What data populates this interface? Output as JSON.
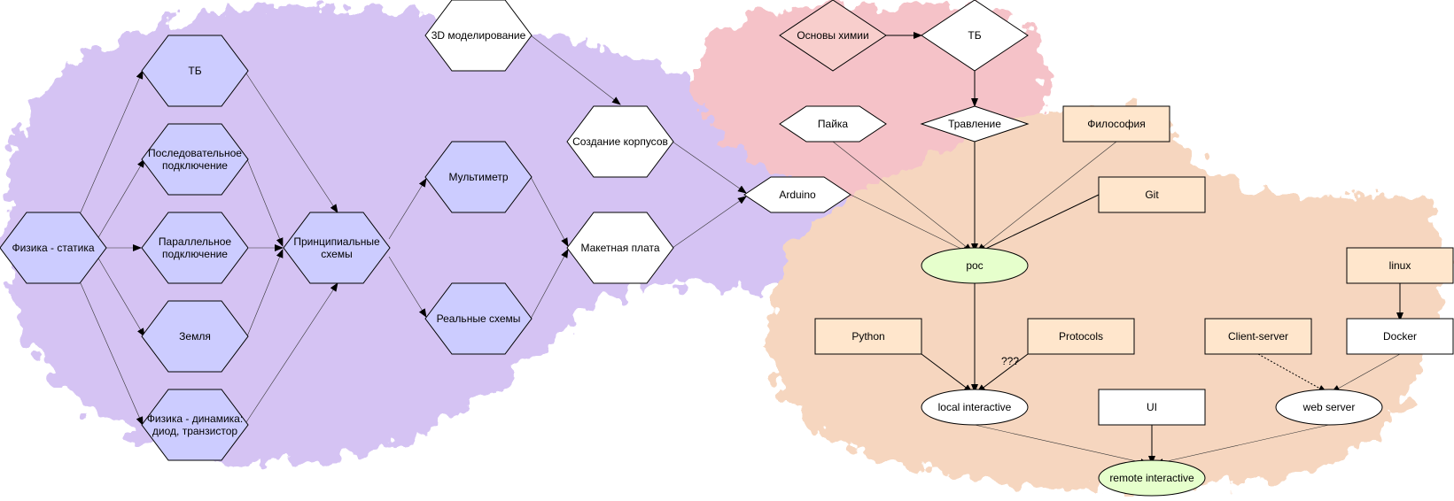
{
  "colors": {
    "purple_region": "#d5c3f3",
    "pink_region": "#f5c2c8",
    "orange_region": "#f6d6bf",
    "physics_node": "#ccccff",
    "chem_node": "#f8cecc",
    "skill_node": "#ffe6cc",
    "goal_node": "#e6ffcc",
    "white_node": "#ffffff"
  },
  "nodes": {
    "fizika_statika": "Физика - статика",
    "tb_left": "ТБ",
    "posledovatelnoe": [
      "Последовательное",
      "подключение"
    ],
    "parallelnoe": [
      "Параллельное",
      "подключение"
    ],
    "zemlya": "Земля",
    "fizika_dinamika": [
      "Физика - динамика:",
      "диод, транзистор"
    ],
    "principialnye": [
      "Принципиальные",
      "схемы"
    ],
    "modelirovanie_3d": "3D моделирование",
    "multimetr": "Мультиметр",
    "realnye_shemy": "Реальные схемы",
    "sozdanie_korpusov": "Создание корпусов",
    "maketnaya_plata": "Макетная плата",
    "arduino": "Arduino",
    "osnovy_himii": "Основы химии",
    "tb_right": "ТБ",
    "payka": "Пайка",
    "travlenie": "Травление",
    "filosofiya": "Философия",
    "git": "Git",
    "poc": "poc",
    "linux": "linux",
    "python": "Python",
    "protocols": "Protocols",
    "client_server": "Client-server",
    "docker": "Docker",
    "local_interactive": "local interactive",
    "ui": "UI",
    "web_server": "web server",
    "remote_interactive": "remote interactive"
  },
  "edge_labels": {
    "protocols_local": "???"
  }
}
